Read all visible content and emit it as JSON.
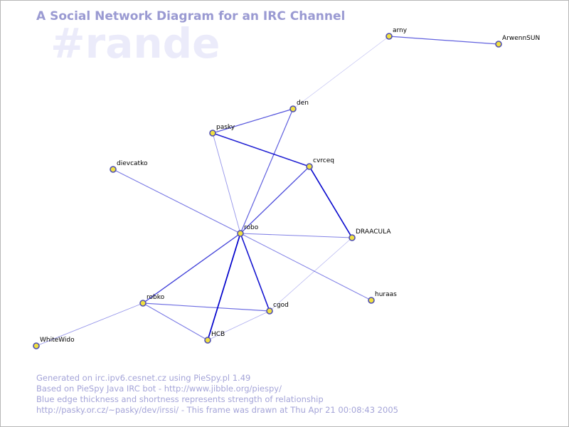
{
  "title": "A Social Network Diagram for an IRC Channel",
  "channel": "#rande",
  "colors": {
    "edge": "#0000cc",
    "node_fill": "#f0e040",
    "node_stroke": "#5050b0",
    "label": "#000000"
  },
  "nodes": [
    {
      "id": "arny",
      "label": "arny"
    },
    {
      "id": "ArwennSUN",
      "label": "ArwennSUN"
    },
    {
      "id": "den",
      "label": "den"
    },
    {
      "id": "pasky",
      "label": "pasky"
    },
    {
      "id": "cvrceq",
      "label": "cvrceq"
    },
    {
      "id": "dievcatko",
      "label": "dievcatko"
    },
    {
      "id": "robo",
      "label": "robo"
    },
    {
      "id": "DRAACULA",
      "label": "DRAACULA"
    },
    {
      "id": "huraas",
      "label": "huraas"
    },
    {
      "id": "robko",
      "label": "robko"
    },
    {
      "id": "cgod",
      "label": "cgod"
    },
    {
      "id": "HCB",
      "label": "HCB"
    },
    {
      "id": "WhiteWido",
      "label": "WhiteWido"
    }
  ],
  "edges": [
    {
      "source": "arny",
      "target": "ArwennSUN",
      "strength": 0.55
    },
    {
      "source": "arny",
      "target": "den",
      "strength": 0.1
    },
    {
      "source": "den",
      "target": "pasky",
      "strength": 0.6
    },
    {
      "source": "den",
      "target": "robo",
      "strength": 0.55
    },
    {
      "source": "pasky",
      "target": "cvrceq",
      "strength": 0.85
    },
    {
      "source": "pasky",
      "target": "robo",
      "strength": 0.3
    },
    {
      "source": "cvrceq",
      "target": "robo",
      "strength": 0.65
    },
    {
      "source": "cvrceq",
      "target": "DRAACULA",
      "strength": 0.95
    },
    {
      "source": "dievcatko",
      "target": "robo",
      "strength": 0.45
    },
    {
      "source": "robo",
      "target": "DRAACULA",
      "strength": 0.4
    },
    {
      "source": "robo",
      "target": "huraas",
      "strength": 0.4
    },
    {
      "source": "robo",
      "target": "robko",
      "strength": 0.7
    },
    {
      "source": "robo",
      "target": "cgod",
      "strength": 0.9
    },
    {
      "source": "robo",
      "target": "HCB",
      "strength": 1.0
    },
    {
      "source": "DRAACULA",
      "target": "cgod",
      "strength": 0.15
    },
    {
      "source": "robko",
      "target": "cgod",
      "strength": 0.5
    },
    {
      "source": "robko",
      "target": "HCB",
      "strength": 0.45
    },
    {
      "source": "robko",
      "target": "WhiteWido",
      "strength": 0.3
    },
    {
      "source": "HCB",
      "target": "cgod",
      "strength": 0.2
    }
  ],
  "footer": {
    "line1": "Generated on irc.ipv6.cesnet.cz using PieSpy.pl 1.49",
    "line2": "Based on PieSpy Java IRC bot - http://www.jibble.org/piespy/",
    "line3": "Blue edge thickness and shortness represents strength of relationship",
    "line4": "http://pasky.or.cz/~pasky/dev/irssi/ - This frame was drawn at Thu Apr 21 00:08:43 2005"
  }
}
